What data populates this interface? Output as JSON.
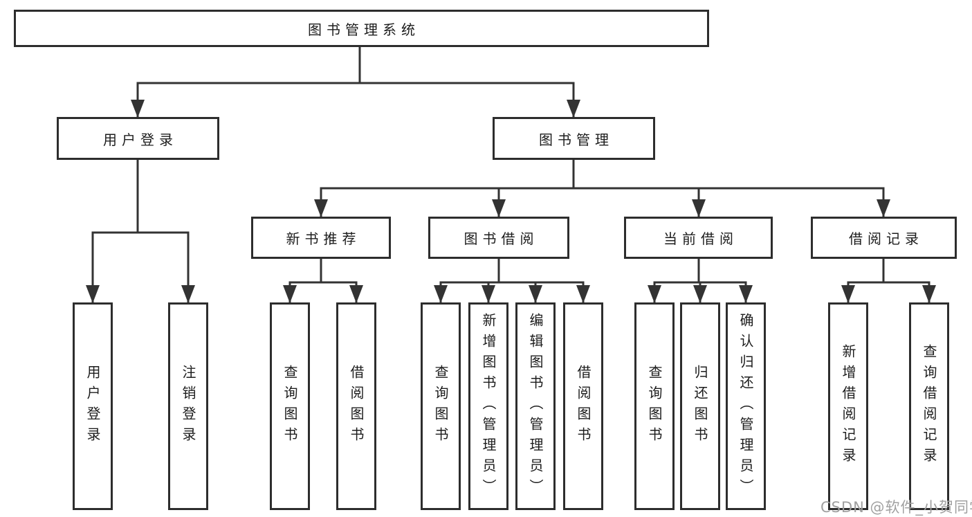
{
  "diagram": {
    "root": {
      "label": "图书管理系统",
      "children": [
        {
          "label": "用户登录",
          "children": [
            {
              "label": "用户登录"
            },
            {
              "label": "注销登录"
            }
          ]
        },
        {
          "label": "图书管理",
          "children": [
            {
              "label": "新书推荐",
              "children": [
                {
                  "label": "查询图书"
                },
                {
                  "label": "借阅图书"
                }
              ]
            },
            {
              "label": "图书借阅",
              "children": [
                {
                  "label": "查询图书"
                },
                {
                  "label": "新增图书（管理员）"
                },
                {
                  "label": "编辑图书（管理员）"
                },
                {
                  "label": "借阅图书"
                }
              ]
            },
            {
              "label": "当前借阅",
              "children": [
                {
                  "label": "查询图书"
                },
                {
                  "label": "归还图书"
                },
                {
                  "label": "确认归还（管理员）"
                }
              ]
            },
            {
              "label": "借阅记录",
              "children": [
                {
                  "label": "新增借阅记录"
                },
                {
                  "label": "查询借阅记录"
                }
              ]
            }
          ]
        }
      ]
    }
  },
  "watermark": {
    "text": "CSDN @软件_小贺同学"
  },
  "colors": {
    "line": "#333333",
    "box_border": "#2d2d2d",
    "text": "#1c1c1c",
    "watermark": "#a0a0a0",
    "background": "#ffffff"
  }
}
